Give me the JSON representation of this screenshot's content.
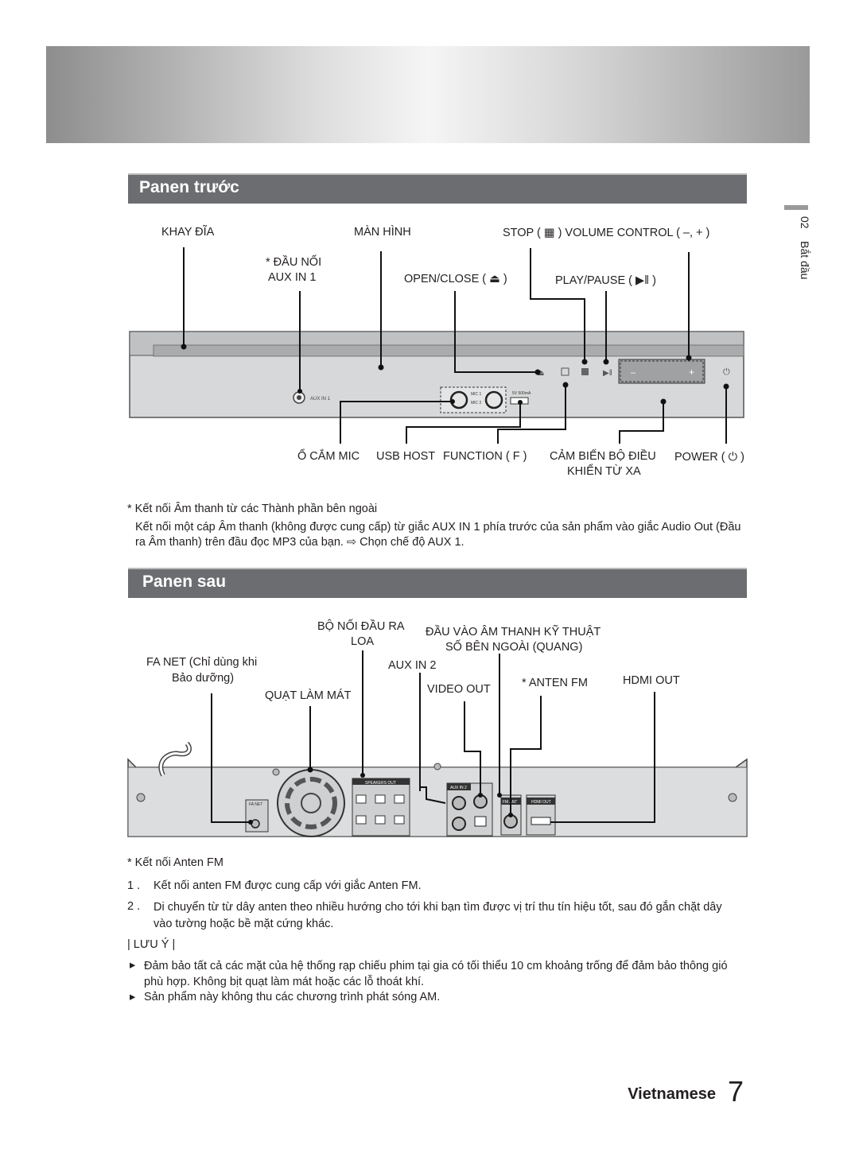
{
  "side_tab": {
    "chapter": "02",
    "title": "Bắt đầu"
  },
  "front_panel": {
    "section_title": "Panen trước",
    "labels": {
      "disc_tray": "KHAY ĐĨA",
      "display": "MÀN HÌNH",
      "stop_volume": "STOP ( ▦ ) VOLUME CONTROL ( –, + )",
      "aux_in_1_line1": "* ĐẦU NỐI",
      "aux_in_1_line2": "AUX IN 1",
      "open_close": "OPEN/CLOSE ( ⏏ )",
      "play_pause": "PLAY/PAUSE ( ▶‖ )",
      "mic_jack": "Ổ CẮM MIC",
      "usb_host": "USB HOST",
      "function": "FUNCTION ( F )",
      "remote_sensor_line1": "CẢM BIẾN BỘ ĐIỀU",
      "remote_sensor_line2": "KHIỂN TỪ XA",
      "power": "POWER ( ⏻ )"
    },
    "device_print": {
      "aux": "AUX IN 1",
      "mic1": "MIC 1",
      "mic2": "MIC 2",
      "usb": "5V 500mA"
    },
    "note_title": "* Kết nối Âm thanh từ các Thành phần bên ngoài",
    "note_body": "Kết nối một cáp Âm thanh (không được cung cấp) từ giắc AUX IN 1 phía trước của sản phẩm vào giắc Audio Out (Đầu ra Âm thanh) trên đầu đọc MP3 của bạn. ⇨ Chọn chế độ AUX 1."
  },
  "rear_panel": {
    "section_title": "Panen sau",
    "labels": {
      "speaker_out_line1": "BỘ NỐI ĐẦU RA",
      "speaker_out_line2": "LOA",
      "optical_line1": "ĐẦU VÀO ÂM THANH KỸ THUẬT",
      "optical_line2": "SỐ BÊN NGOÀI (QUANG)",
      "fa_net_line1": "FA NET (Chỉ dùng khi",
      "fa_net_line2": "Bảo dưỡng)",
      "aux_in_2": "AUX IN 2",
      "cooling_fan": "QUẠT LÀM MÁT",
      "video_out": "VIDEO OUT",
      "fm_antenna": "* ANTEN FM",
      "hdmi_out": "HDMI OUT"
    },
    "device_print": {
      "speakers_out": "SPEAKERS OUT",
      "aux_in_2": "AUX IN 2",
      "fm_ant": "FM ANT",
      "hdmi_out": "HDMI OUT",
      "fa_net": "FA NET"
    },
    "antenna_title": "* Kết nối Anten FM",
    "steps": [
      {
        "num": "1 .",
        "text": "Kết nối anten FM được cung cấp với giắc Anten FM."
      },
      {
        "num": "2 .",
        "text": "Di chuyển từ từ dây anten theo nhiều hướng cho tới khi bạn tìm được vị trí thu tín hiệu tốt, sau đó gắn chặt dây vào tường hoặc bề mặt cứng khác."
      }
    ],
    "notes_title": "| LƯU Ý |",
    "notes": [
      "Đảm bảo tất cả các mặt của hệ thống rạp chiếu phim tại gia có tối thiểu 10 cm khoảng trống để đảm bảo thông gió phù hợp. Không bịt quạt làm mát hoặc các lỗ thoát khí.",
      "Sản phẩm này không thu các chương trình phát sóng AM."
    ]
  },
  "footer": {
    "language": "Vietnamese",
    "page": "7"
  }
}
